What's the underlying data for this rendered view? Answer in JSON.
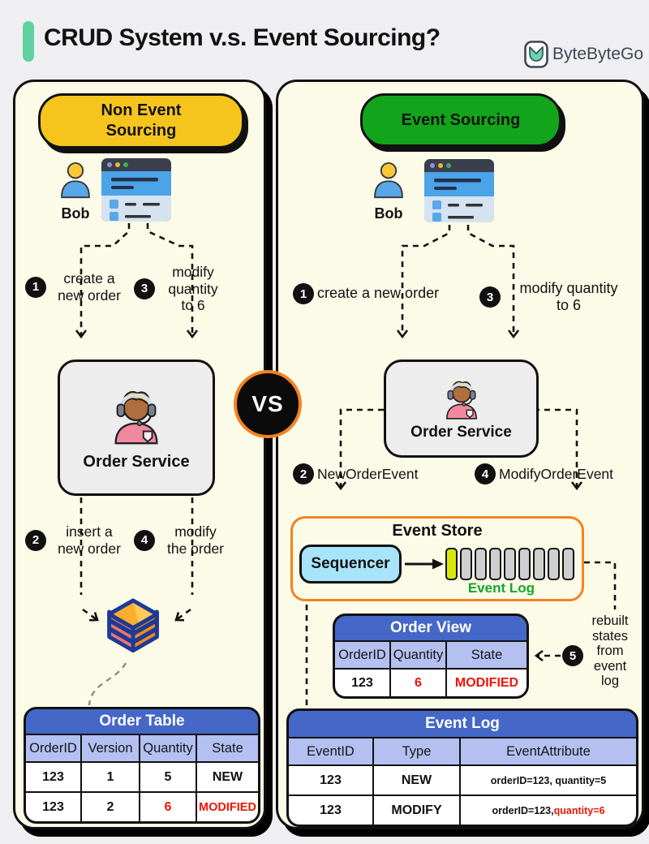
{
  "header": {
    "title": "CRUD System v.s. Event Sourcing?",
    "brand": "ByteByteGo"
  },
  "vs_label": "VS",
  "accents": {
    "mint": "#5ED39F",
    "yellow": "#F6C51D",
    "green": "#12A51B",
    "table_blue": "#4567C8",
    "table_blue_light": "#B3C0F0",
    "orange": "#F5821F",
    "red": "#EE1505",
    "event_log_green": "#0FA827",
    "sequencer_blue": "#A8E4F9",
    "slot_active": "#D9E80B"
  },
  "left": {
    "badge": "Non Event\nSourcing",
    "user": "Bob",
    "service": "Order Service",
    "steps": {
      "s1": {
        "num": "1",
        "label": "create a\nnew order"
      },
      "s2": {
        "num": "2",
        "label": "insert a\nnew order"
      },
      "s3": {
        "num": "3",
        "label": "modify\nquantity\nto 6"
      },
      "s4": {
        "num": "4",
        "label": "modify\nthe order"
      }
    },
    "table": {
      "title": "Order Table",
      "headers": [
        "OrderID",
        "Version",
        "Quantity",
        "State"
      ],
      "rows": [
        {
          "c0": "123",
          "c1": "1",
          "c2": "5",
          "c3": "NEW"
        },
        {
          "c0": "123",
          "c1": "2",
          "c2": "6",
          "c3": "MODIFIED"
        }
      ]
    }
  },
  "right": {
    "badge": "Event Sourcing",
    "user": "Bob",
    "service": "Order Service",
    "steps": {
      "s1": {
        "num": "1",
        "label": "create a new order"
      },
      "s2": {
        "num": "2",
        "label": "NewOrderEvent"
      },
      "s3": {
        "num": "3",
        "label": "modify quantity\nto 6"
      },
      "s4": {
        "num": "4",
        "label": "ModifyOrderEvent"
      },
      "s5": {
        "num": "5",
        "label": "rebuilt\nstates\nfrom\nevent\nlog"
      }
    },
    "event_store": {
      "title": "Event Store",
      "sequencer": "Sequencer",
      "log_label": "Event Log"
    },
    "order_view": {
      "title": "Order View",
      "headers": [
        "OrderID",
        "Quantity",
        "State"
      ],
      "row": {
        "c0": "123",
        "c1": "6",
        "c2": "MODIFIED"
      }
    },
    "event_log": {
      "title": "Event Log",
      "headers": [
        "EventID",
        "Type",
        "EventAttribute"
      ],
      "rows": [
        {
          "c0": "123",
          "c1": "NEW",
          "c2": "orderID=123, quantity=5"
        },
        {
          "c0": "123",
          "c1": "MODIFY",
          "c2_prefix": "orderID=123, ",
          "c2_red": "quantity=6"
        }
      ]
    }
  }
}
